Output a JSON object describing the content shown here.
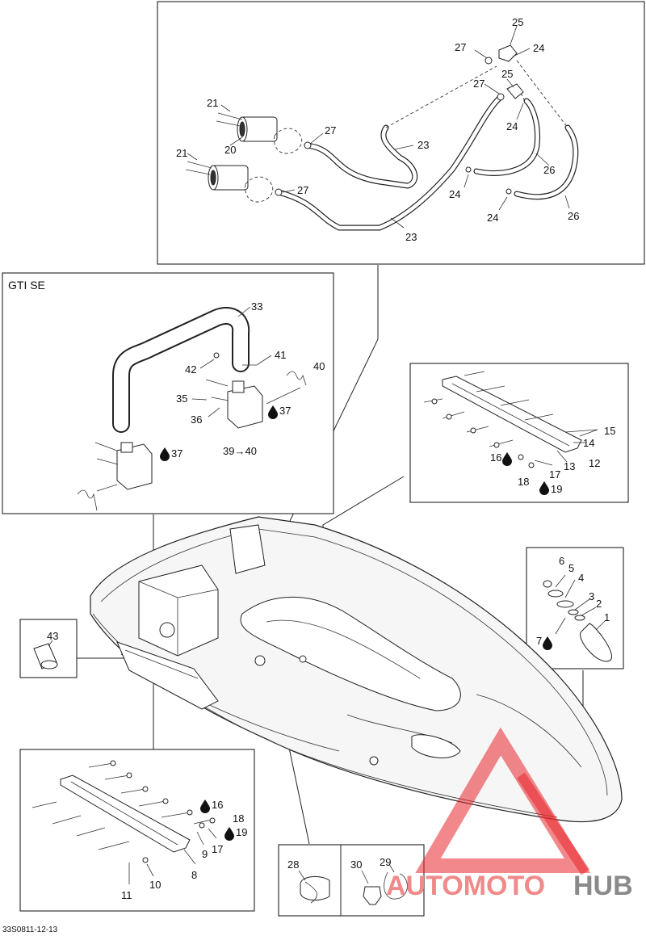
{
  "panels": {
    "gti_title": "GTI SE"
  },
  "callouts": {
    "c1": "1",
    "c2": "2",
    "c3": "3",
    "c4": "4",
    "c5": "5",
    "c6": "6",
    "c7": "7",
    "c8": "8",
    "c9": "9",
    "c10": "10",
    "c11": "11",
    "c12": "12",
    "c13": "13",
    "c14": "14",
    "c15": "15",
    "c16": "16",
    "c17": "17",
    "c18": "18",
    "c19": "19",
    "c20": "20",
    "c21": "21",
    "c23": "23",
    "c24": "24",
    "c25": "25",
    "c26": "26",
    "c27": "27",
    "c28": "28",
    "c29": "29",
    "c30": "30",
    "c33": "33",
    "c35": "35",
    "c36": "36",
    "c37": "37",
    "c39_40": "39→40",
    "c40": "40",
    "c41": "41",
    "c42": "42",
    "c43": "43"
  },
  "drawing_code": "33S0811-12-13",
  "watermark": {
    "brand_red": "AUTOMOTO",
    "brand_grey": "HUB",
    "accent_color": "#e8262c"
  }
}
